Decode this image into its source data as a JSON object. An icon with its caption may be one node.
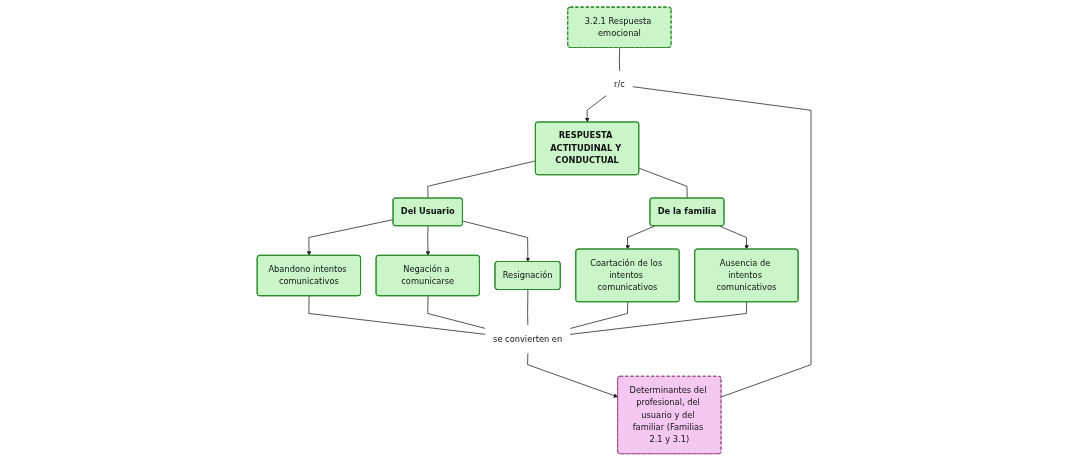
{
  "diagram": {
    "nodes": [
      {
        "text": [
          "3.2.1 Respuesta emocional"
        ]
      },
      {
        "text": [
          "r/c"
        ]
      },
      {
        "text": [
          "RESPUESTA ACTITUDINAL Y CONDUCTUAL"
        ]
      },
      {
        "text": [
          "Determinantes del profesional, del usuario y del familiar (Familias 2.1 y 3.1)"
        ]
      },
      {
        "text": [
          "Del Usuario"
        ]
      },
      {
        "text": [
          "De la familia"
        ]
      },
      {
        "text": [
          "Abandono intentos comunicativos"
        ]
      },
      {
        "text": [
          "Negación a comunicarse"
        ]
      },
      {
        "text": [
          "Resignación"
        ]
      },
      {
        "text": [
          "Coartación de los intentos comunicativos"
        ]
      },
      {
        "text": [
          "Ausencia de intentos comunicativos"
        ]
      },
      {
        "text": [
          "se convierten en"
        ]
      }
    ],
    "edges": [
      {
        "from": 0,
        "to": 1,
        "arrow": "none"
      },
      {
        "from": 3,
        "to": 1,
        "arrow": "none"
      },
      {
        "from": 1,
        "to": 2,
        "arrow": "to"
      },
      {
        "from": 2,
        "to": 4,
        "arrow": "none"
      },
      {
        "from": 2,
        "to": 5,
        "arrow": "none"
      },
      {
        "from": 4,
        "to": 6,
        "arrow": "to"
      },
      {
        "from": 4,
        "to": 7,
        "arrow": "to"
      },
      {
        "from": 4,
        "to": 8,
        "arrow": "to"
      },
      {
        "from": 5,
        "to": 9,
        "arrow": "to"
      },
      {
        "from": 5,
        "to": 10,
        "arrow": "to"
      },
      {
        "from": 6,
        "to": 11,
        "arrow": "none"
      },
      {
        "from": 7,
        "to": 11,
        "arrow": "none"
      },
      {
        "from": 8,
        "to": 11,
        "arrow": "none"
      },
      {
        "from": 9,
        "to": 11,
        "arrow": "none"
      },
      {
        "from": 10,
        "to": 11,
        "arrow": "none"
      },
      {
        "from": 11,
        "to": 3,
        "arrow": "to"
      }
    ]
  }
}
